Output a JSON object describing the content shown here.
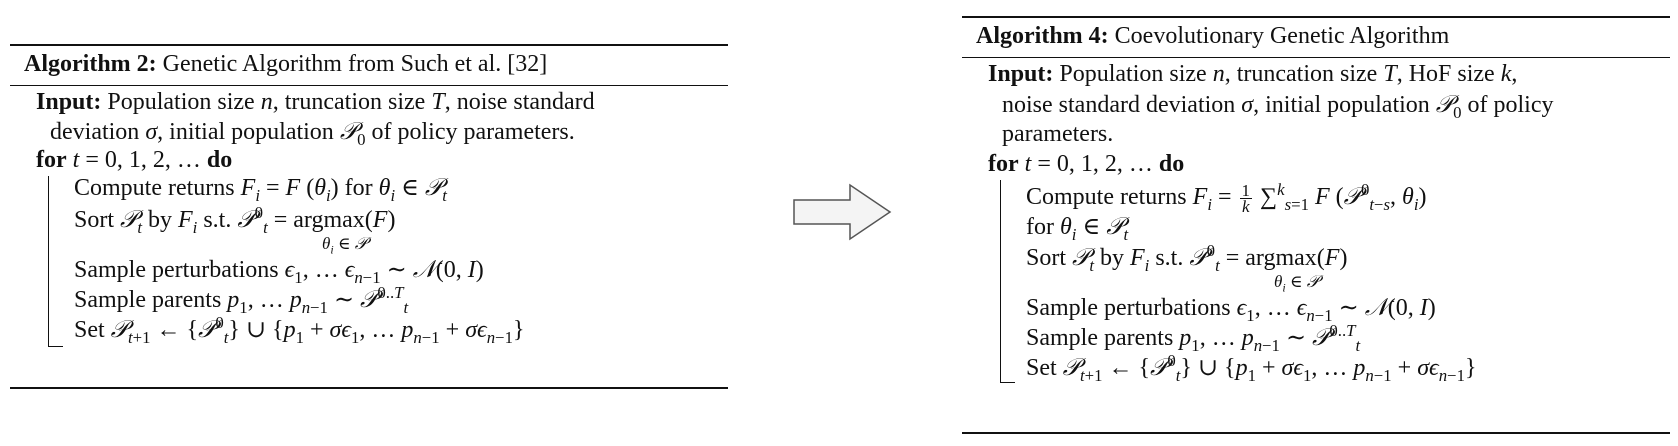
{
  "left": {
    "label": "Algorithm 2:",
    "name": "Genetic Algorithm from Such et al. [32]",
    "input_kw": "Input:",
    "input_line1": "Population size n, truncation size T, noise standard",
    "input_line2": "deviation σ, initial population 𝒫0 of policy parameters.",
    "for_kw": "for",
    "for_expr": "t = 0, 1, 2, …",
    "do_kw": "do",
    "steps": [
      "Compute returns Fi = F (θi) for θi ∈ 𝒫t",
      "Sort 𝒫t by Fi s.t. 𝒫t0 = argmax(F)",
      "Sample perturbations ϵ1, … ϵn−1 ∼ 𝒩(0, I)",
      "Sample parents p1, … pn−1 ∼ 𝒫t0..T",
      "Set 𝒫t+1 ← {𝒫t0} ∪ {p1 + σϵ1, … pn−1 + σϵn−1}"
    ],
    "argmax_sub": "θi ∈ 𝒫"
  },
  "right": {
    "label": "Algorithm 4:",
    "name": "Coevolutionary Genetic Algorithm",
    "input_kw": "Input:",
    "input_line1": "Population size n, truncation size T, HoF size k,",
    "input_line2": "noise standard deviation σ, initial population 𝒫0 of policy",
    "input_line3": "parameters.",
    "for_kw": "for",
    "for_expr": "t = 0, 1, 2, …",
    "do_kw": "do",
    "steps": [
      "Compute returns Fi = 1/k ∑s=1k F (𝒫t−s0, θi)",
      "for θi ∈ 𝒫t",
      "Sort 𝒫t by Fi s.t. 𝒫t0 = argmax(F)",
      "Sample perturbations ϵ1, … ϵn−1 ∼ 𝒩(0, I)",
      "Sample parents p1, … pn−1 ∼ 𝒫t0..T",
      "Set 𝒫t+1 ← {𝒫t0} ∪ {p1 + σϵ1, … pn−1 + σϵn−1}"
    ],
    "argmax_sub": "θi ∈ 𝒫"
  },
  "arrow_icon": "right-arrow-icon"
}
